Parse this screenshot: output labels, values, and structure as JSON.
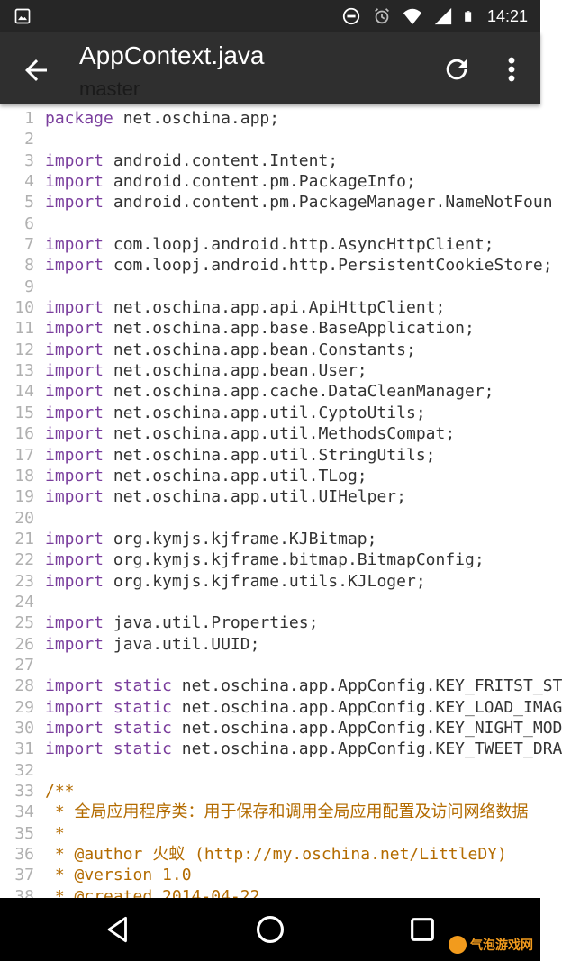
{
  "status_bar": {
    "time": "14:21",
    "icons": [
      "image-icon",
      "do-not-disturb-icon",
      "alarm-icon",
      "wifi-icon",
      "signal-icon",
      "battery-icon"
    ]
  },
  "app_bar": {
    "title": "AppContext.java",
    "subtitle": "master",
    "icons": [
      "back-arrow-icon",
      "refresh-icon",
      "more-vert-icon"
    ]
  },
  "code": {
    "lines": [
      {
        "n": "1",
        "k": "package",
        "t": " net.oschina.app;"
      },
      {
        "n": "2",
        "k": "",
        "t": ""
      },
      {
        "n": "3",
        "k": "import",
        "t": " android.content.Intent;"
      },
      {
        "n": "4",
        "k": "import",
        "t": " android.content.pm.PackageInfo;"
      },
      {
        "n": "5",
        "k": "import",
        "t": " android.content.pm.PackageManager.NameNotFoun"
      },
      {
        "n": "6",
        "k": "",
        "t": ""
      },
      {
        "n": "7",
        "k": "import",
        "t": " com.loopj.android.http.AsyncHttpClient;"
      },
      {
        "n": "8",
        "k": "import",
        "t": " com.loopj.android.http.PersistentCookieStore;"
      },
      {
        "n": "9",
        "k": "",
        "t": ""
      },
      {
        "n": "10",
        "k": "import",
        "t": " net.oschina.app.api.ApiHttpClient;"
      },
      {
        "n": "11",
        "k": "import",
        "t": " net.oschina.app.base.BaseApplication;"
      },
      {
        "n": "12",
        "k": "import",
        "t": " net.oschina.app.bean.Constants;"
      },
      {
        "n": "13",
        "k": "import",
        "t": " net.oschina.app.bean.User;"
      },
      {
        "n": "14",
        "k": "import",
        "t": " net.oschina.app.cache.DataCleanManager;"
      },
      {
        "n": "15",
        "k": "import",
        "t": " net.oschina.app.util.CyptoUtils;"
      },
      {
        "n": "16",
        "k": "import",
        "t": " net.oschina.app.util.MethodsCompat;"
      },
      {
        "n": "17",
        "k": "import",
        "t": " net.oschina.app.util.StringUtils;"
      },
      {
        "n": "18",
        "k": "import",
        "t": " net.oschina.app.util.TLog;"
      },
      {
        "n": "19",
        "k": "import",
        "t": " net.oschina.app.util.UIHelper;"
      },
      {
        "n": "20",
        "k": "",
        "t": ""
      },
      {
        "n": "21",
        "k": "import",
        "t": " org.kymjs.kjframe.KJBitmap;"
      },
      {
        "n": "22",
        "k": "import",
        "t": " org.kymjs.kjframe.bitmap.BitmapConfig;"
      },
      {
        "n": "23",
        "k": "import",
        "t": " org.kymjs.kjframe.utils.KJLoger;"
      },
      {
        "n": "24",
        "k": "",
        "t": ""
      },
      {
        "n": "25",
        "k": "import",
        "t": " java.util.Properties;"
      },
      {
        "n": "26",
        "k": "import",
        "t": " java.util.UUID;"
      },
      {
        "n": "27",
        "k": "",
        "t": ""
      },
      {
        "n": "28",
        "k": "import static",
        "t": " net.oschina.app.AppConfig.KEY_FRITST_ST"
      },
      {
        "n": "29",
        "k": "import static",
        "t": " net.oschina.app.AppConfig.KEY_LOAD_IMAG"
      },
      {
        "n": "30",
        "k": "import static",
        "t": " net.oschina.app.AppConfig.KEY_NIGHT_MOD"
      },
      {
        "n": "31",
        "k": "import static",
        "t": " net.oschina.app.AppConfig.KEY_TWEET_DRA"
      },
      {
        "n": "32",
        "k": "",
        "t": ""
      },
      {
        "n": "33",
        "c": "/**"
      },
      {
        "n": "34",
        "c": " * 全局应用程序类：用于保存和调用全局应用配置及访问网络数据"
      },
      {
        "n": "35",
        "c": " *"
      },
      {
        "n": "36",
        "c": " * @author 火蚁 (http://my.oschina.net/LittleDY)"
      },
      {
        "n": "37",
        "c": " * @version 1.0"
      },
      {
        "n": "38",
        "c": " * @created 2014-04-22"
      }
    ]
  },
  "nav_bar": {
    "icons": [
      "back-nav-icon",
      "home-nav-icon",
      "recents-nav-icon"
    ],
    "watermark_text": "气泡游戏网"
  }
}
